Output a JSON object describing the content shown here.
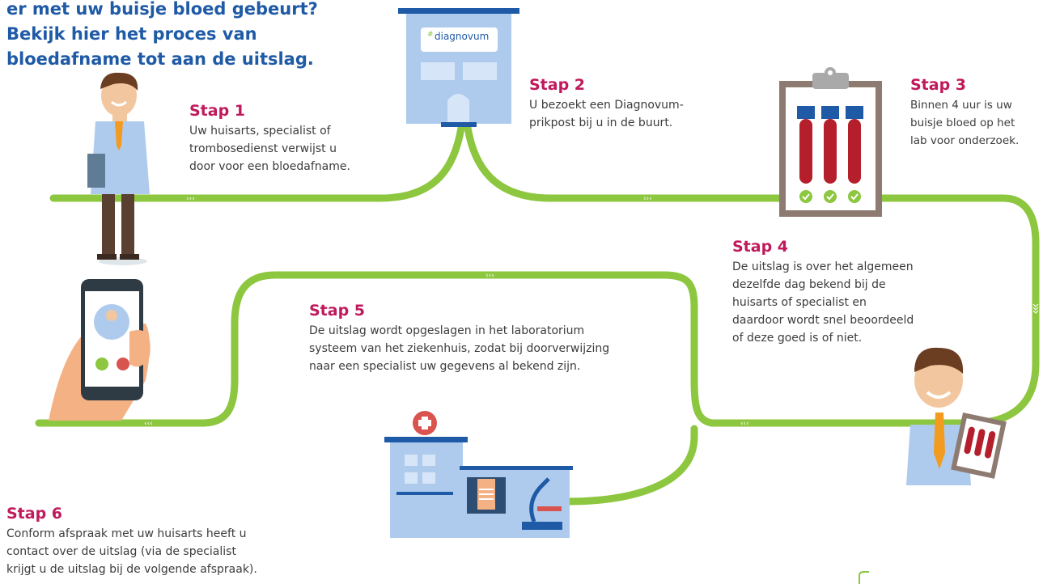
{
  "intro": {
    "lines": [
      "er met uw buisje bloed gebeurt?",
      "Bekijk hier het proces van",
      "bloedafname tot aan de uitslag."
    ]
  },
  "brand": {
    "logo_text": "diagnovum"
  },
  "steps": [
    {
      "title": "Stap 1",
      "lines": [
        "Uw huisarts, specialist of",
        "trombosedienst verwijst u",
        "door voor een bloedafname."
      ]
    },
    {
      "title": "Stap 2",
      "lines": [
        "U bezoekt een Diagnovum-",
        "prikpost bij u in de buurt."
      ]
    },
    {
      "title": "Stap 3",
      "lines": [
        "Binnen 4 uur is uw",
        "buisje bloed op het",
        "lab voor onderzoek."
      ]
    },
    {
      "title": "Stap 4",
      "lines": [
        "De uitslag is over het algemeen",
        "dezelfde dag bekend bij de",
        "huisarts of specialist en",
        "daardoor wordt snel beoordeeld",
        "of deze goed is of niet."
      ]
    },
    {
      "title": "Stap 5",
      "lines": [
        "De uitslag wordt opgeslagen in het laboratorium",
        "systeem van het ziekenhuis, zodat bij doorverwijzing",
        "naar een specialist uw gegevens al bekend zijn."
      ]
    },
    {
      "title": "Stap 6",
      "lines": [
        "Conform afspraak met uw huisarts heeft u",
        "contact over de uitslag (via de specialist",
        "krijgt u de uitslag bij de volgende afspraak)."
      ]
    }
  ],
  "path_markers": {
    "forward": "›››",
    "backward": "‹‹‹"
  },
  "colors": {
    "path_green": "#8dc63f",
    "title_blue": "#1f5aa6",
    "step_magenta": "#c0195c",
    "building_blue": "#aecbee",
    "blood_red": "#b51f2b"
  }
}
